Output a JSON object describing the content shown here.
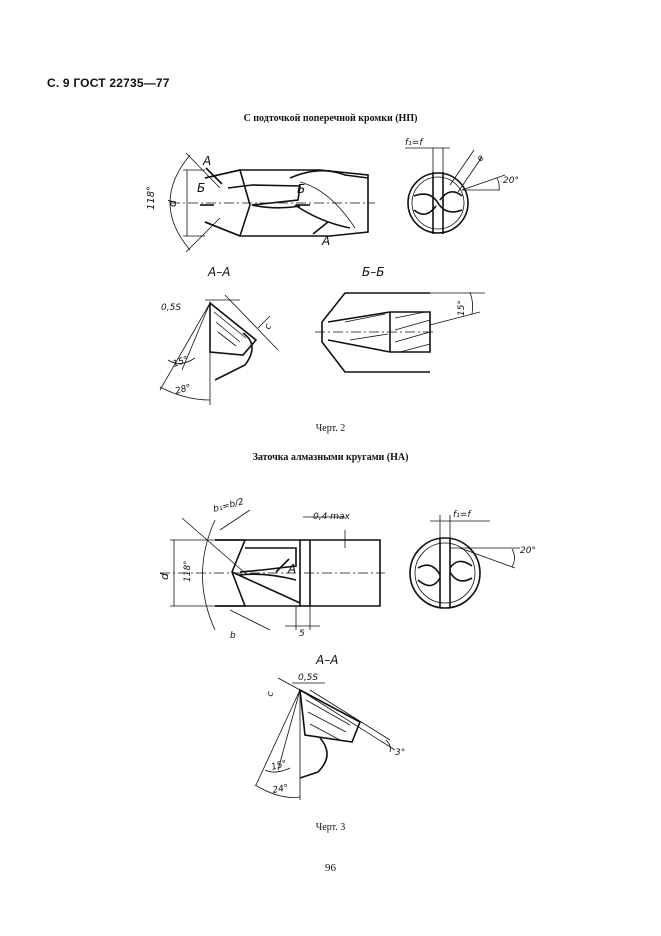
{
  "header": {
    "text": "С. 9 ГОСТ 22735—77"
  },
  "section1": {
    "title": "С подточкой поперечной кромки (НП)",
    "caption": "Черт. 2"
  },
  "section2": {
    "title": "Заточка алмазными кругами (НА)",
    "caption": "Черт. 3"
  },
  "page_number": "96",
  "fig2_labels": {
    "angle_118": "118°",
    "d": "d",
    "A": "А",
    "B": "Б",
    "f1f": "f₁=f",
    "e": "e",
    "angle_20": "20°",
    "section_AA": "А–А",
    "section_BB": "Б–Б",
    "s055": "0,5S",
    "c": "c",
    "angle_15": "15°",
    "angle_28": "28°",
    "angle_15b": "15°"
  },
  "fig3_labels": {
    "b1": "b₁=b/2",
    "max04": "0,4 max",
    "d": "d",
    "angle_118": "118°",
    "A": "А",
    "b": "b",
    "five": "5",
    "f1f": "f₁=f",
    "angle_20": "20°",
    "section_AA": "А–А",
    "s055": "0,5S",
    "c": "c",
    "angle_3": "3°",
    "angle_15": "15°",
    "angle_24": "24°"
  }
}
